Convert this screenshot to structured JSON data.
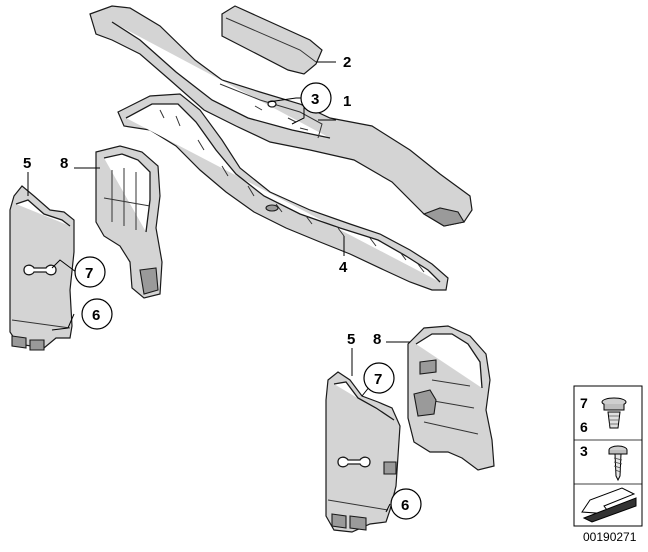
{
  "callouts": {
    "c1": "1",
    "c2": "2",
    "c3": "3",
    "c4": "4",
    "c5_left": "5",
    "c8_left": "8",
    "c7_left": "7",
    "c6_left": "6",
    "c5_right": "5",
    "c8_right": "8",
    "c7_right": "7",
    "c6_right": "6"
  },
  "legend": {
    "row1_label": "7",
    "row2_label": "6",
    "row3_label": "3"
  },
  "part_id": "00190271"
}
